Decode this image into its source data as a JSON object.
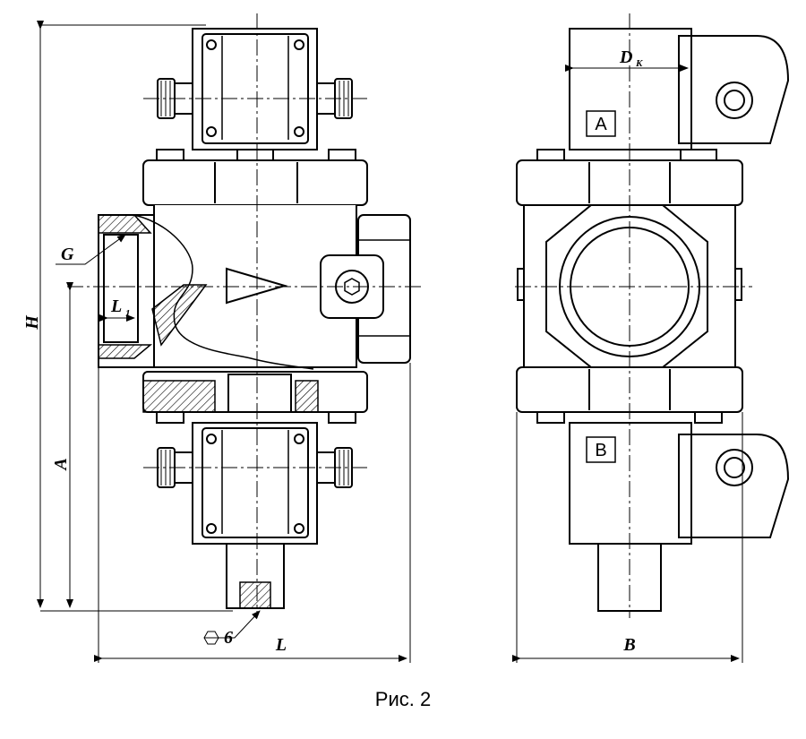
{
  "figure": {
    "caption": "Рис. 2",
    "dimensions": {
      "height": "H",
      "axis_height": "A",
      "length": "L",
      "width": "B",
      "thread": "G",
      "thread_length": "L",
      "thread_length_sub": "1",
      "coil_size": "D",
      "coil_size_sub": "K",
      "hex_size": "6"
    },
    "coils": {
      "top": "A",
      "bottom": "B"
    },
    "colors": {
      "line": "#000000",
      "fill": "#ffffff",
      "hatch": "#000000"
    }
  }
}
